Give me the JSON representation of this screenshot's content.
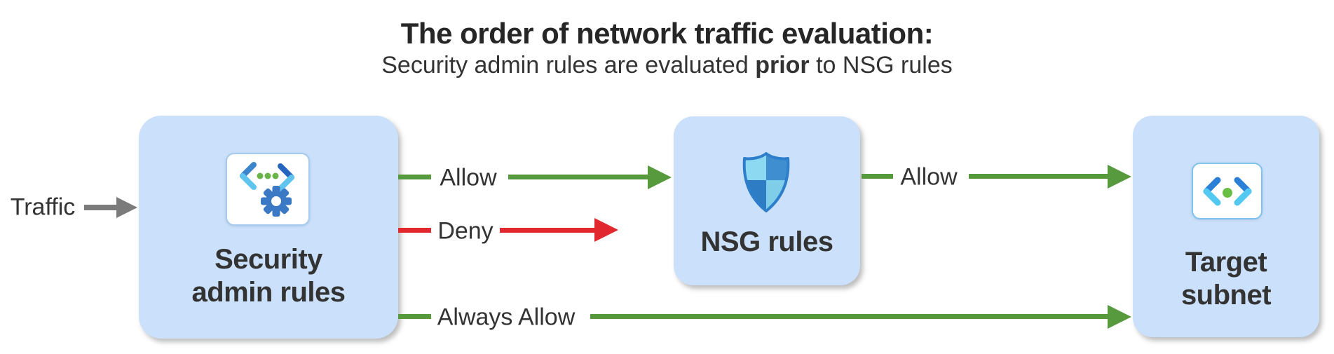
{
  "header": {
    "title": "The order of network traffic evaluation:",
    "subtitle_prefix": "Security admin rules are evaluated ",
    "subtitle_bold": "prior",
    "subtitle_suffix": " to NSG rules"
  },
  "nodes": {
    "security_admin": {
      "label_line1": "Security",
      "label_line2": "admin rules",
      "icon": "code-brackets-gear-icon"
    },
    "nsg": {
      "label": "NSG rules",
      "icon": "shield-quadrants-icon"
    },
    "target": {
      "label_line1": "Target",
      "label_line2": "subnet",
      "icon": "code-brackets-dot-icon"
    }
  },
  "arrows": {
    "traffic": {
      "label": "Traffic",
      "color": "#7b7b7b"
    },
    "allow_to_nsg": {
      "label": "Allow",
      "color": "#579a3e"
    },
    "deny": {
      "label": "Deny",
      "color": "#e0282e"
    },
    "allow_to_target": {
      "label": "Allow",
      "color": "#579a3e"
    },
    "always_allow": {
      "label": "Always Allow",
      "color": "#579a3e"
    }
  },
  "palette": {
    "node_fill": "#cbe0fa",
    "text": "#333333",
    "icon_blue": "#2d7fcb",
    "icon_dark_blue": "#2565be",
    "icon_cyan": "#5fc4ee",
    "icon_green": "#68bf44"
  }
}
